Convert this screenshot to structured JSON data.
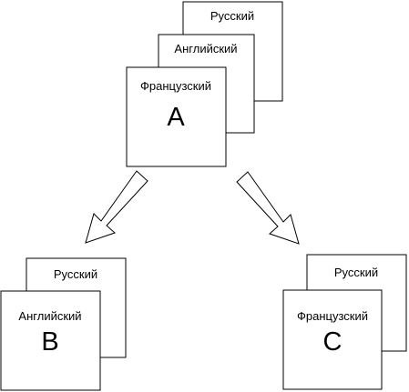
{
  "doc_a": {
    "pages": [
      "Русский",
      "Английский",
      "Французский"
    ],
    "letter": "A"
  },
  "doc_b": {
    "pages": [
      "Русский",
      "Английский"
    ],
    "letter": "B"
  },
  "doc_c": {
    "pages": [
      "Русский",
      "Французский"
    ],
    "letter": "C"
  },
  "colors": {
    "line": "#000000",
    "fill": "#ffffff",
    "text": "#000000"
  }
}
